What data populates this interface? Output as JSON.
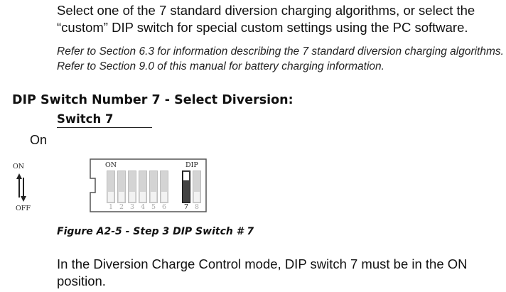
{
  "intro": {
    "text": "Select one of the 7 standard diversion charging algorithms, or select the “custom” DIP switch for special custom settings using the PC software."
  },
  "note": {
    "text": "Refer to Section 6.3 for information describing the 7 standard diversion charging algorithms. Refer to Section 9.0 of this manual for battery charging information."
  },
  "section": {
    "heading": "DIP Switch Number 7 - Select Diversion:",
    "switch_label": "Switch 7",
    "on_label": "On"
  },
  "figure": {
    "arrow_on": "ON",
    "arrow_off": "OFF",
    "dip_on_label": "ON",
    "dip_label": "DIP",
    "switch_numbers": [
      "1",
      "2",
      "3",
      "4",
      "5",
      "6",
      "7",
      "8"
    ],
    "active_switch": "7",
    "caption": "Figure A2-5 - Step 3  DIP Switch # 7"
  },
  "footer": {
    "text": "In the Diversion Charge Control mode, DIP switch 7 must be in the ON position."
  }
}
